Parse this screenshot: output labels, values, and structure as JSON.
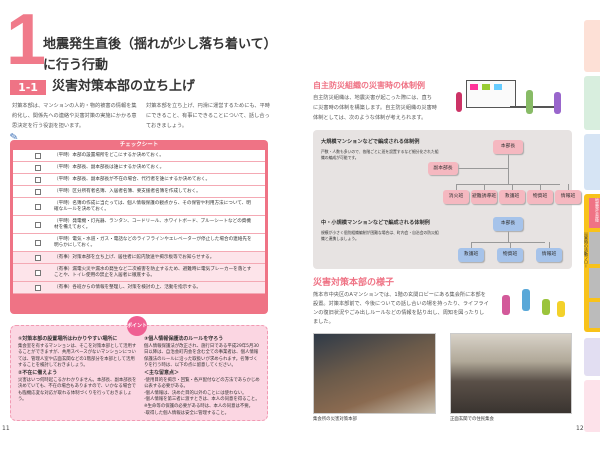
{
  "left": {
    "chapter_number": "1",
    "title_line1": "地震発生直後（揺れが少し落ち着いて）",
    "title_line2": "に行う行動",
    "section_badge": "1-1",
    "section_title": "災害対策本部の立ち上げ",
    "intro_col1": "対策本部は、マンションの人的・物的被害の情報を集約化し、関係先への連絡や災害対策の実施にかかる意思決定を行う役割を担います。",
    "intro_col2": "対策本部を立ち上げ、円滑に運営するためにも、平時にできること、有事にできることについて、話し合っておきましょう。",
    "checklist": {
      "header": "チェックシート",
      "items": [
        "（平時）本部の設置場所をどこにするか決めておく。",
        "（平時）本部長、副本部長は誰にするか決めておく。",
        "（平時）本部長、副本部長が不在の場合、代行者を誰にするか決めておく。",
        "（平時）区分所有者名簿、入居者名簿、要支援者名簿を作成しておく。",
        "（平時）名簿の作成に当たっては、個人情報保護の観点から、その保管や利用方法について、明確なルールを決めておく。",
        "（平時）発電機・灯光器、ランタン、コードリール、ホワイトボード、ブルーシートなどの資機材を備えておく。",
        "（平時）電気・水道・ガス・電話などのライフラインやエレベーターが停止した場合の連絡先を明らかにしておく。",
        "（有事）対策本部を立ち上げ、居住者に館内放送や掲示板等でお知らせする。",
        "（有事）漏電火災や漏水の発生など二次被害を防止するため、避難時に電気ブレーカーを落とすことや、トイレ使用の禁止を入居者に徹底する。",
        "（有事）各班からの情報を整理し、対策を検討の上、活動を指示する。"
      ]
    },
    "point": {
      "badge": "ポイント",
      "h1": "①対策本部の設置場所はわかりやすい場所に",
      "p1": "集会室を有するマンションは、そこを対策本部として活用することができますが、共用スペースがないマンションについては、管理人室や広面玄関などの1階部分を本部として活用することを検討しておきましょう。",
      "h2": "②不在に備えよう",
      "p2": "災害はいつ何時起こるかわかりません。本部長、副本部長を決めていても、不在の場合もありますので、いかなる場合でも臨機応変な対応が取れる体制づくりを行っておきましょう。",
      "h3": "③個人情報保護法のルールを守ろう",
      "p3": "個人情報保護法が改正され、施行日である平成29年5月30日以降は、自治会町内会を含む全ての事業者は、個人情報保護法のルールに沿った取扱いが求められます。名簿づくりを行う時は、以下の点に留意してください。",
      "h4": "＜主な留意点＞",
      "notes": [
        "-使用目的を掲示・回覧・各戸配付などの方法であらかじめ公表する必要がある。",
        "-個人情報は、決めた目的以外のことには使わない。",
        "-個人情報を第三者に渡すときは、本人の同意を得ること。",
        "※生命等の保護の必要がある時は、本人の同意は不要。",
        "-取得した個人情報は安全に管理すること。"
      ]
    },
    "page_number": "11"
  },
  "right": {
    "org_heading": "自主防災組織の災害時の体制例",
    "org_text": "自主防災組織は、地震災害が起こった際には、直ちに災害時の体制を構築します。自主防災組織の災害時体制としては、次のような体制が考えられます。",
    "large": {
      "title": "大規模マンションなどで編成される体制例",
      "desc": "戸数・人数も多いので、各階ごとに班を設置するなど細分化された組織の編成が可能です。",
      "head": "本部長",
      "deputy": "副本部長",
      "teams": [
        "消火班",
        "避難誘導班",
        "救護班",
        "物資班",
        "情報班"
      ]
    },
    "small": {
      "title": "中・小規模マンションなどで編成される体制例",
      "desc": "規模が小さく個別組織編制が困難な場合は、町内会・自治会の防災組織と連携しましょう。",
      "head": "本部長",
      "teams": [
        "救護班",
        "物資班",
        "情報班"
      ]
    },
    "hq_heading": "災害対策本部の様子",
    "hq_text": "熊本市中央区のAマンションでは、1階の玄関ロビーにある集会所に本部を設置。対策本部前で、今後についての話し合いの場を持ったり、ライフラインの復旧状況やごみ出しルールなどの情報を貼り出し、周知を図ったりしました。",
    "caption1": "集会所の災害対策本部",
    "caption2": "正面玄関での住民集会",
    "page_number": "12"
  },
  "side_tabs": {
    "active": "地震発生直後",
    "group_label": "災害時の活動フロー"
  },
  "colors": {
    "accent": "#ef7385",
    "blue_box": "#a6c3ea",
    "pink_box": "#f5b8c0",
    "tab_yellow": "#f8c21a"
  }
}
